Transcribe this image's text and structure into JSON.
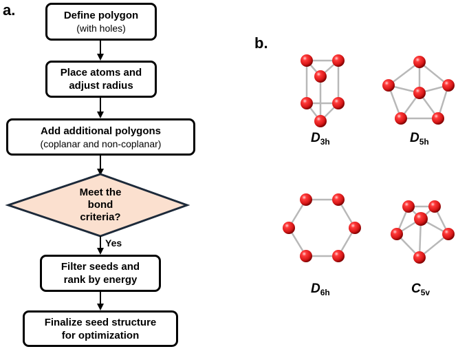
{
  "panel_a_label": "a.",
  "panel_b_label": "b.",
  "flow": {
    "step1": {
      "title": "Define polygon",
      "note": "(with holes)"
    },
    "step2": {
      "line1": "Place atoms and",
      "line2": "adjust radius"
    },
    "step3": {
      "title": "Add additional polygons",
      "note": "(coplanar and non-coplanar)"
    },
    "decision": {
      "line1": "Meet the",
      "line2": "bond",
      "line3": "criteria?"
    },
    "yes_label": "Yes",
    "step4": {
      "line1": "Filter seeds and",
      "line2": "rank by energy"
    },
    "step5": {
      "line1": "Finalize seed structure",
      "line2": "for optimization"
    }
  },
  "colors": {
    "decision_fill": "#fbe0cf",
    "atom": "#d81818"
  },
  "clusters": [
    {
      "letter": "D",
      "sub": "3h"
    },
    {
      "letter": "D",
      "sub": "5h"
    },
    {
      "letter": "D",
      "sub": "6h"
    },
    {
      "letter": "C",
      "sub": "5v"
    }
  ]
}
